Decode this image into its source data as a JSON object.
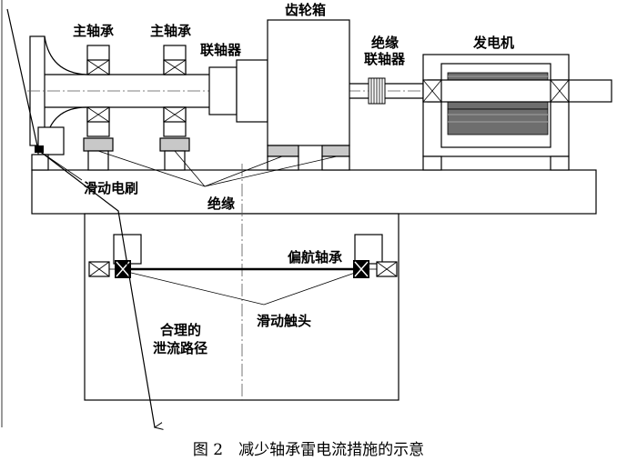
{
  "labels": {
    "main_bearing_1": "主轴承",
    "main_bearing_2": "主轴承",
    "coupling": "联轴器",
    "gearbox": "齿轮箱",
    "insulated_coupling_line1": "绝缘",
    "insulated_coupling_line2": "联轴器",
    "generator": "发电机",
    "slip_brush": "滑动电刷",
    "insulation": "绝缘",
    "yaw_bearing": "偏航轴承",
    "sliding_contact": "滑动触头",
    "path_line1": "合理的",
    "path_line2": "泄流路径"
  },
  "caption": "图 2　减少轴承雷电流措施的示意"
}
